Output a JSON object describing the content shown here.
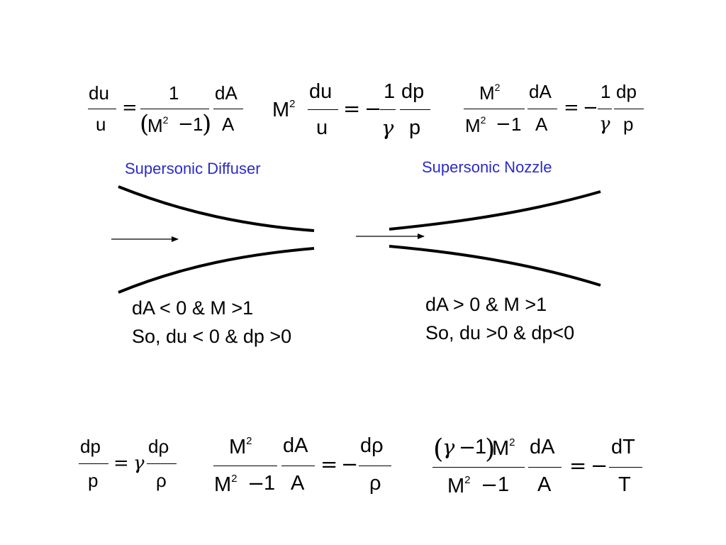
{
  "eq1": {
    "num_left": "du",
    "den_left": "u",
    "equals": "=",
    "num_mid": "1",
    "den_mid_base": "M",
    "den_mid_exp": "2",
    "den_mid_minus": "−",
    "den_mid_one": "1",
    "paren_open": "(",
    "paren_close": ")",
    "num_right": "dA",
    "den_right": "A"
  },
  "eq2": {
    "coef": "M",
    "coef_exp": "2",
    "num_left": "du",
    "den_left": "u",
    "equals": "=",
    "minus": "−",
    "num_mid": "1",
    "den_mid": "γ",
    "num_right": "dp",
    "den_right": "p"
  },
  "eq3": {
    "num_left_base": "M",
    "num_left_exp": "2",
    "den_left_base": "M",
    "den_left_exp": "2",
    "den_left_minus": "−",
    "den_left_one": "1",
    "num_mid": "dA",
    "den_mid": "A",
    "equals": "=",
    "minus": "−",
    "num_c": "1",
    "den_c": "γ",
    "num_right": "dp",
    "den_right": "p"
  },
  "diffuser": {
    "title": "Supersonic Diffuser",
    "line1": "dA < 0 & M >1",
    "line2": "So, du < 0 & dp >0"
  },
  "nozzle": {
    "title": "Supersonic Nozzle",
    "line1": "dA > 0 & M >1",
    "line2": "So, du >0 & dp<0"
  },
  "eq4": {
    "num_left": "dp",
    "den_left": "p",
    "equals": "=",
    "gamma": "γ",
    "num_right": "dρ",
    "den_right": "ρ"
  },
  "eq5": {
    "num_left_base": "M",
    "num_left_exp": "2",
    "den_left_base": "M",
    "den_left_exp": "2",
    "den_left_minus": "−",
    "den_left_one": "1",
    "num_mid": "dA",
    "den_mid": "A",
    "equals": "=",
    "minus": "−",
    "num_right": "dρ",
    "den_right": "ρ"
  },
  "eq6": {
    "paren_open": "(",
    "gamma": "γ",
    "minus_in": "−",
    "one_in": "1",
    "paren_close": ")",
    "num_left_base": "M",
    "num_left_exp": "2",
    "den_left_base": "M",
    "den_left_exp": "2",
    "den_left_minus": "−",
    "den_left_one": "1",
    "num_mid": "dA",
    "den_mid": "A",
    "equals": "=",
    "minus": "−",
    "num_right": "dT",
    "den_right": "T"
  }
}
